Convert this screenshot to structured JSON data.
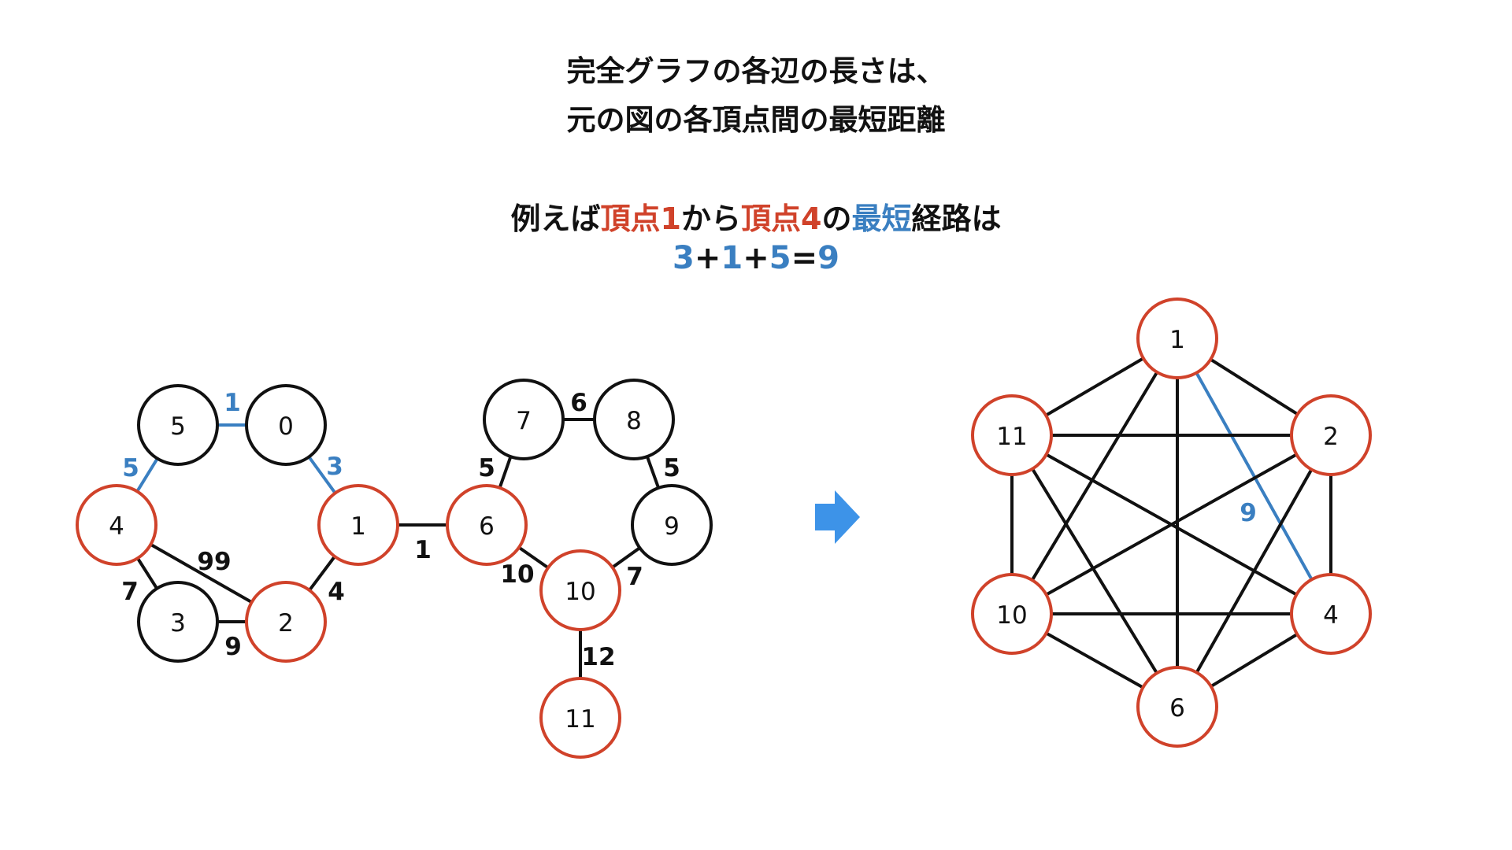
{
  "title": {
    "line1": "完全グラフの各辺の長さは、",
    "line2": "元の図の各頂点間の最短距離"
  },
  "example": {
    "parts": [
      {
        "text": "例えば",
        "color": "default"
      },
      {
        "text": "頂点1",
        "color": "red"
      },
      {
        "text": "から",
        "color": "default"
      },
      {
        "text": "頂点4",
        "color": "red"
      },
      {
        "text": "の",
        "color": "default"
      },
      {
        "text": "最短",
        "color": "blue"
      },
      {
        "text": "経路は",
        "color": "default"
      }
    ],
    "formula": [
      {
        "text": "3",
        "color": "blue"
      },
      {
        "text": "+",
        "color": "default"
      },
      {
        "text": "1",
        "color": "blue"
      },
      {
        "text": "+",
        "color": "default"
      },
      {
        "text": "5",
        "color": "blue"
      },
      {
        "text": "=",
        "color": "default"
      },
      {
        "text": "9",
        "color": "blue"
      }
    ]
  },
  "colors": {
    "default": "#111111",
    "red": "#d0422a",
    "blue": "#3a7fc1",
    "arrow": "#3d93e8"
  },
  "arrow_icon": "right-arrow-icon",
  "original_graph": {
    "nodes": [
      {
        "id": "0",
        "highlight": false
      },
      {
        "id": "1",
        "highlight": true
      },
      {
        "id": "2",
        "highlight": true
      },
      {
        "id": "3",
        "highlight": false
      },
      {
        "id": "4",
        "highlight": true
      },
      {
        "id": "5",
        "highlight": false
      },
      {
        "id": "6",
        "highlight": true
      },
      {
        "id": "7",
        "highlight": false
      },
      {
        "id": "8",
        "highlight": false
      },
      {
        "id": "9",
        "highlight": false
      },
      {
        "id": "10",
        "highlight": true
      },
      {
        "id": "11",
        "highlight": true
      }
    ],
    "edges": [
      {
        "from": "5",
        "to": "0",
        "weight": "1",
        "path": true
      },
      {
        "from": "0",
        "to": "1",
        "weight": "3",
        "path": true
      },
      {
        "from": "5",
        "to": "4",
        "weight": "5",
        "path": true
      },
      {
        "from": "4",
        "to": "3",
        "weight": "7",
        "path": false
      },
      {
        "from": "4",
        "to": "2",
        "weight": "99",
        "path": false
      },
      {
        "from": "3",
        "to": "2",
        "weight": "9",
        "path": false
      },
      {
        "from": "2",
        "to": "1",
        "weight": "4",
        "path": false
      },
      {
        "from": "1",
        "to": "6",
        "weight": "1",
        "path": false
      },
      {
        "from": "6",
        "to": "7",
        "weight": "5",
        "path": false
      },
      {
        "from": "7",
        "to": "8",
        "weight": "6",
        "path": false
      },
      {
        "from": "8",
        "to": "9",
        "weight": "5",
        "path": false
      },
      {
        "from": "9",
        "to": "10",
        "weight": "7",
        "path": false
      },
      {
        "from": "6",
        "to": "10",
        "weight": "10",
        "path": false
      },
      {
        "from": "10",
        "to": "11",
        "weight": "12",
        "path": false
      }
    ]
  },
  "complete_graph": {
    "nodes": [
      "1",
      "2",
      "4",
      "6",
      "10",
      "11"
    ],
    "labeled_edge": {
      "from": "1",
      "to": "4",
      "weight": "9"
    }
  }
}
